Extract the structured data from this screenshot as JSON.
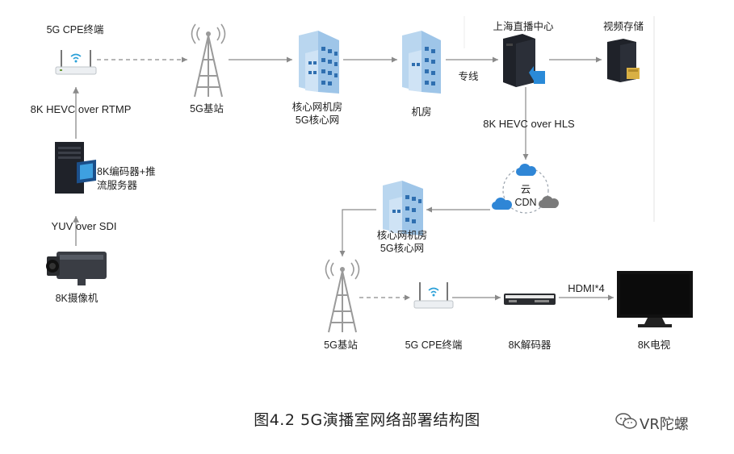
{
  "nodes": {
    "cpe_top": "5G CPE终端",
    "rtmp": "8K HEVC  over  RTMP",
    "encoder": "8K编码器+推\n流服务器",
    "yuv": "YUV over SDI",
    "camera": "8K摄像机",
    "bs_top": "5G基站",
    "core_top_1": "核心网机房",
    "core_top_2": "5G核心网",
    "machine_room": "机房",
    "dedicated_line": "专线",
    "shanghai_center": "上海直播中心",
    "video_storage": "视频存储",
    "hls": "8K HEVC over HLS",
    "cloud_1": "云",
    "cloud_2": "CDN",
    "core_mid_1": "核心网机房",
    "core_mid_2": "5G核心网",
    "bs_bottom": "5G基站",
    "cpe_bottom": "5G CPE终端",
    "decoder": "8K解码器",
    "hdmi": "HDMI*4",
    "tv": "8K电视"
  },
  "caption": "图4.2  5G演播室网络部署结构图",
  "watermark": "VR陀螺",
  "colors": {
    "line": "#8a8a8a",
    "tower": "#9a9a9a",
    "building": "#9ec5e8",
    "server": "#1f2229",
    "cloud": "#2f86d6",
    "cloud_grey": "#7a7a7a"
  }
}
